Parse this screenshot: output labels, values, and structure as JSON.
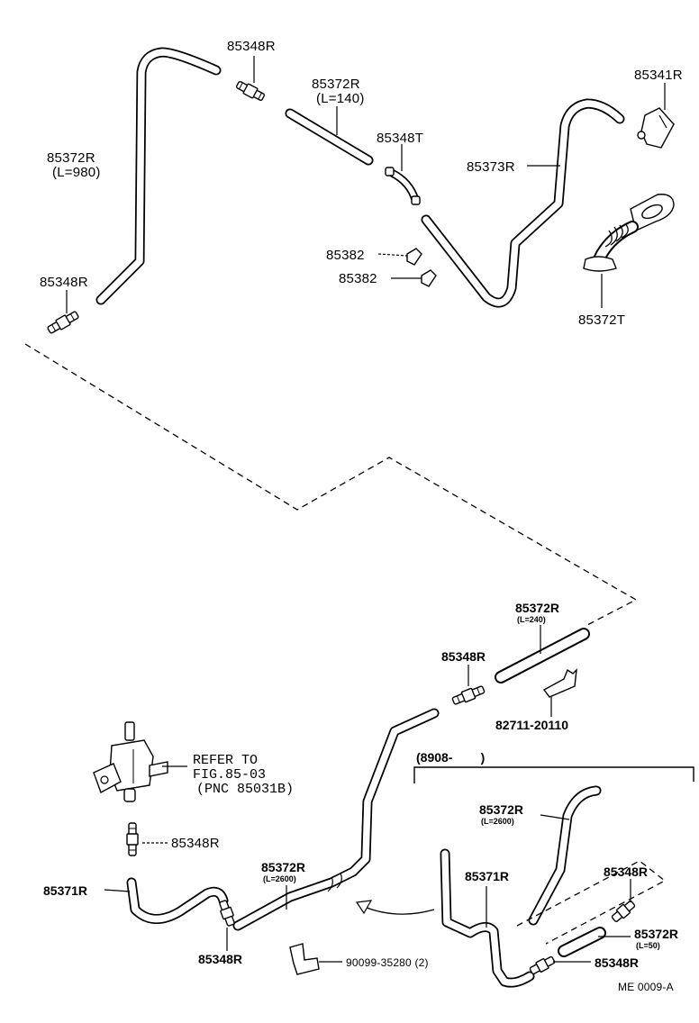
{
  "labels": {
    "top_connector_85348R": "85348R",
    "hose_short_85372R": "85372R",
    "hose_short_length": "(L=140)",
    "clamp_85341R": "85341R",
    "long_hose_85372R": "85372R",
    "long_hose_length": "(L=980)",
    "elbow_85348T": "85348T",
    "hose_85373R": "85373R",
    "clip_85382_a": "85382",
    "clip_85382_b": "85382",
    "left_connector_85348R": "85348R",
    "grommet_85372T": "85372T",
    "lower_hose_85372R": "85372R",
    "lower_hose_length": "(L=240)",
    "mid_connector_85348R": "85348R",
    "bracket_82711": "82711-20110",
    "refer_line1": "REFER TO",
    "refer_line2": "FIG.85-03",
    "refer_line3": "(PNC 85031B)",
    "date_range": "(8908-        )",
    "valve_connector_85348R": "85348R",
    "right_hose_85372R": "85372R",
    "right_hose_length": "(L=2600)",
    "hose_85371R_left": "85371R",
    "main_hose_85372R": "85372R",
    "main_hose_length": "(L=2600)",
    "hose_85371R_right": "85371R",
    "right_connector_85348R": "85348R",
    "bottom_connector_85348R": "85348R",
    "small_hose_85372R": "85372R",
    "small_hose_length": "(L=50)",
    "lower_right_connector_85348R": "85348R",
    "clip_90099": "90099-35280 (2)",
    "figure_code": "ME 0009-A"
  }
}
